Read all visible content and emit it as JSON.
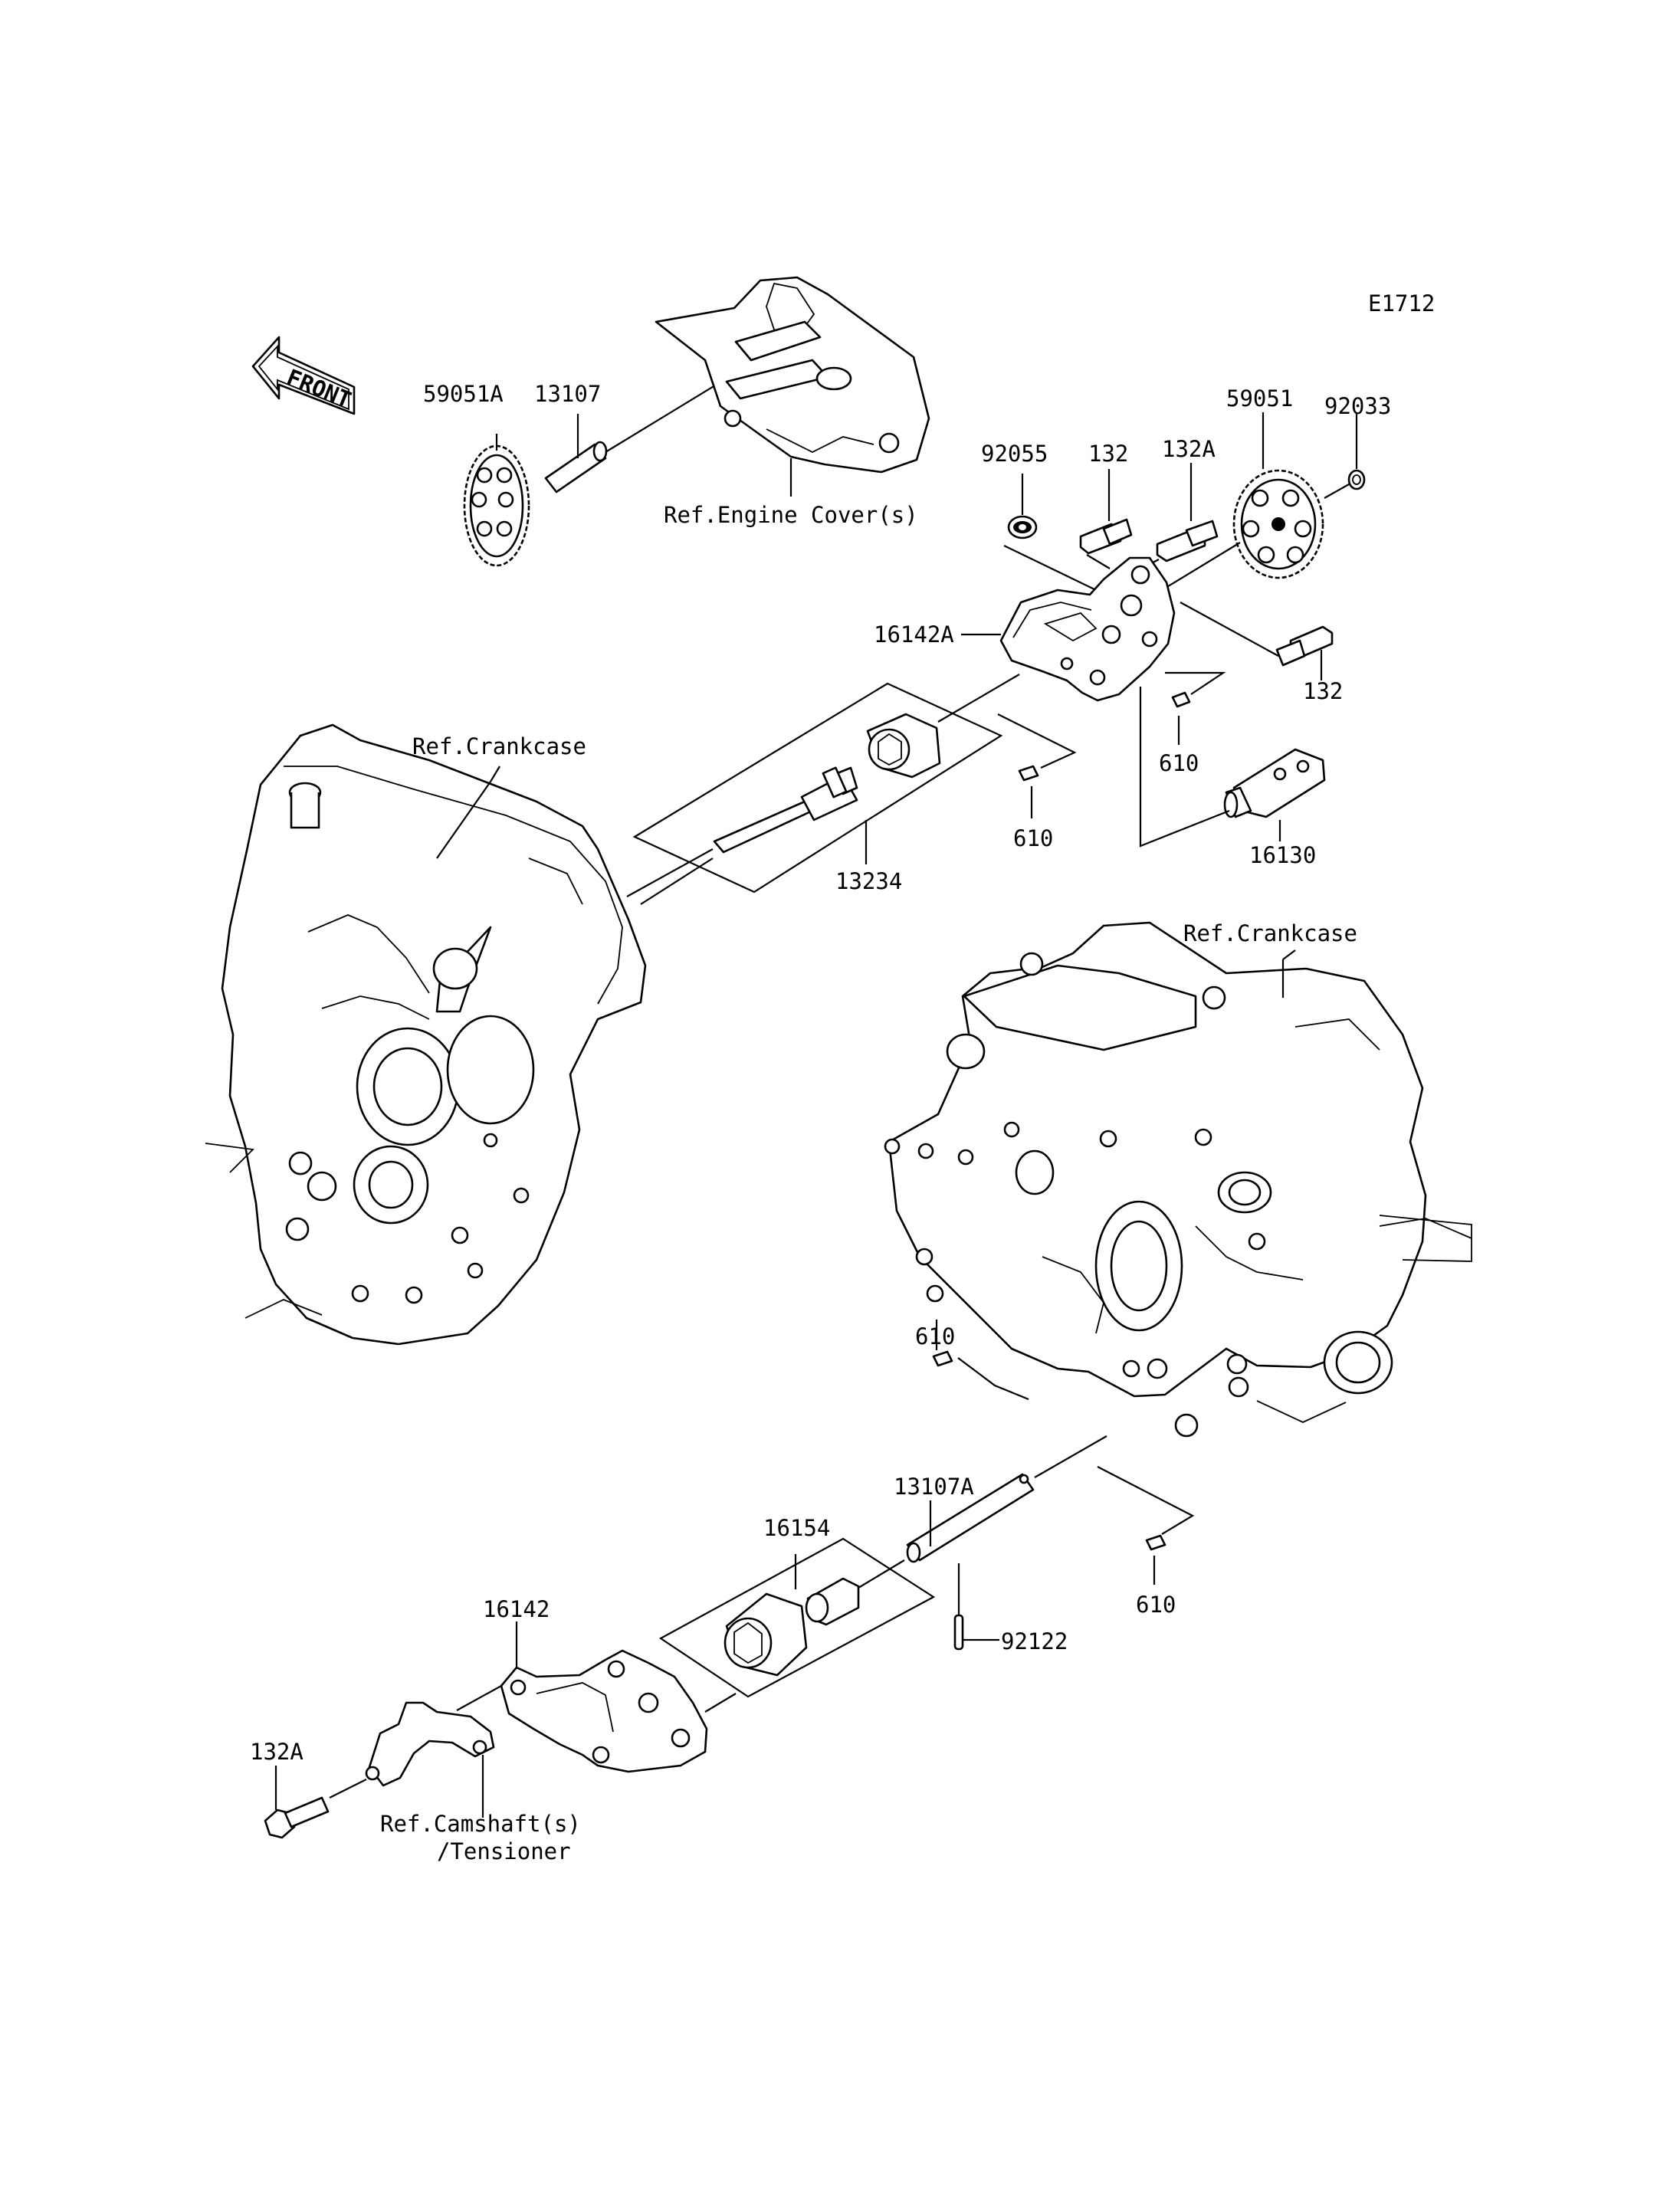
{
  "figure_code": "E1712",
  "front_label": "FRONT",
  "labels": {
    "p59051A": "59051A",
    "p13107": "13107",
    "ref_engine_cover": "Ref.Engine Cover(s)",
    "p92055": "92055",
    "p132_top": "132",
    "p132A_top": "132A",
    "p59051": "59051",
    "p92033": "92033",
    "p16142A": "16142A",
    "p132_right": "132",
    "ref_crankcase_left": "Ref.Crankcase",
    "p610_a": "610",
    "p610_b": "610",
    "p13234": "13234",
    "p16130": "16130",
    "ref_crankcase_right": "Ref.Crankcase",
    "p610_c": "610",
    "p13107A": "13107A",
    "p16154": "16154",
    "p610_d": "610",
    "p92122": "92122",
    "p16142": "16142",
    "p132A_bottom": "132A",
    "ref_camshaft_1": "Ref.Camshaft(s)",
    "ref_camshaft_2": "/Tensioner"
  }
}
